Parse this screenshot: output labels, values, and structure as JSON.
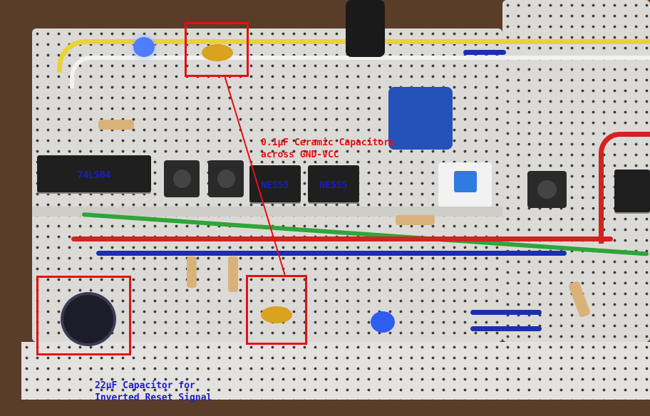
{
  "annotations": {
    "ceramic_line1": "0.1µF Ceramic Capacitors",
    "ceramic_line2": "across GND-VCC",
    "electrolytic_line1": "22µF Capacitor for",
    "electrolytic_line2": "Inverted Reset Signal"
  },
  "chips": [
    "74LS04",
    "NE555",
    "NE555"
  ],
  "colors": {
    "annotation_red": "#e61010",
    "label_blue": "#1a1ad8"
  }
}
